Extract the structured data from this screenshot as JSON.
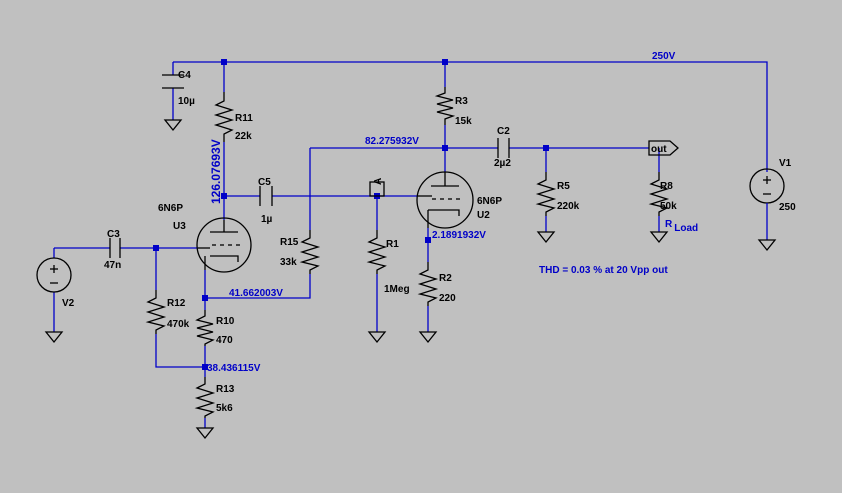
{
  "schematic": {
    "supply_net": "250V",
    "components": {
      "c4": {
        "ref": "C4",
        "value": "10µ"
      },
      "r11": {
        "ref": "R11",
        "value": "22k"
      },
      "r3": {
        "ref": "R3",
        "value": "15k"
      },
      "c2": {
        "ref": "C2",
        "value": "2µ2"
      },
      "c5": {
        "ref": "C5",
        "value": "1µ"
      },
      "c3": {
        "ref": "C3",
        "value": "47n"
      },
      "u3": {
        "model": "6N6P",
        "ref": "U3"
      },
      "u2": {
        "model": "6N6P",
        "ref": "U2"
      },
      "r15": {
        "ref": "R15",
        "value": "33k"
      },
      "r1": {
        "ref": "R1",
        "value": "1Meg"
      },
      "r2": {
        "ref": "R2",
        "value": "220"
      },
      "r5": {
        "ref": "R5",
        "value": "220k"
      },
      "r8": {
        "ref": "R8",
        "value": "50k"
      },
      "r12": {
        "ref": "R12",
        "value": "470k"
      },
      "r10": {
        "ref": "R10",
        "value": "470"
      },
      "r13": {
        "ref": "R13",
        "value": "5k6"
      },
      "v1": {
        "ref": "V1",
        "value": "250"
      },
      "v2": {
        "ref": "V2"
      }
    },
    "voltages": {
      "plate_u2": "82.275932V",
      "plate_u3": "126.07693V",
      "cathode_u2": "2.1891932V",
      "cathode_u3": "41.662003V",
      "feedback_node": "38.436115V"
    },
    "port_label": "out",
    "rload_label": {
      "main": "R",
      "sub": "Load"
    },
    "probe_label": "A",
    "thd_note": "THD = 0.03 % at 20 Vpp out"
  }
}
